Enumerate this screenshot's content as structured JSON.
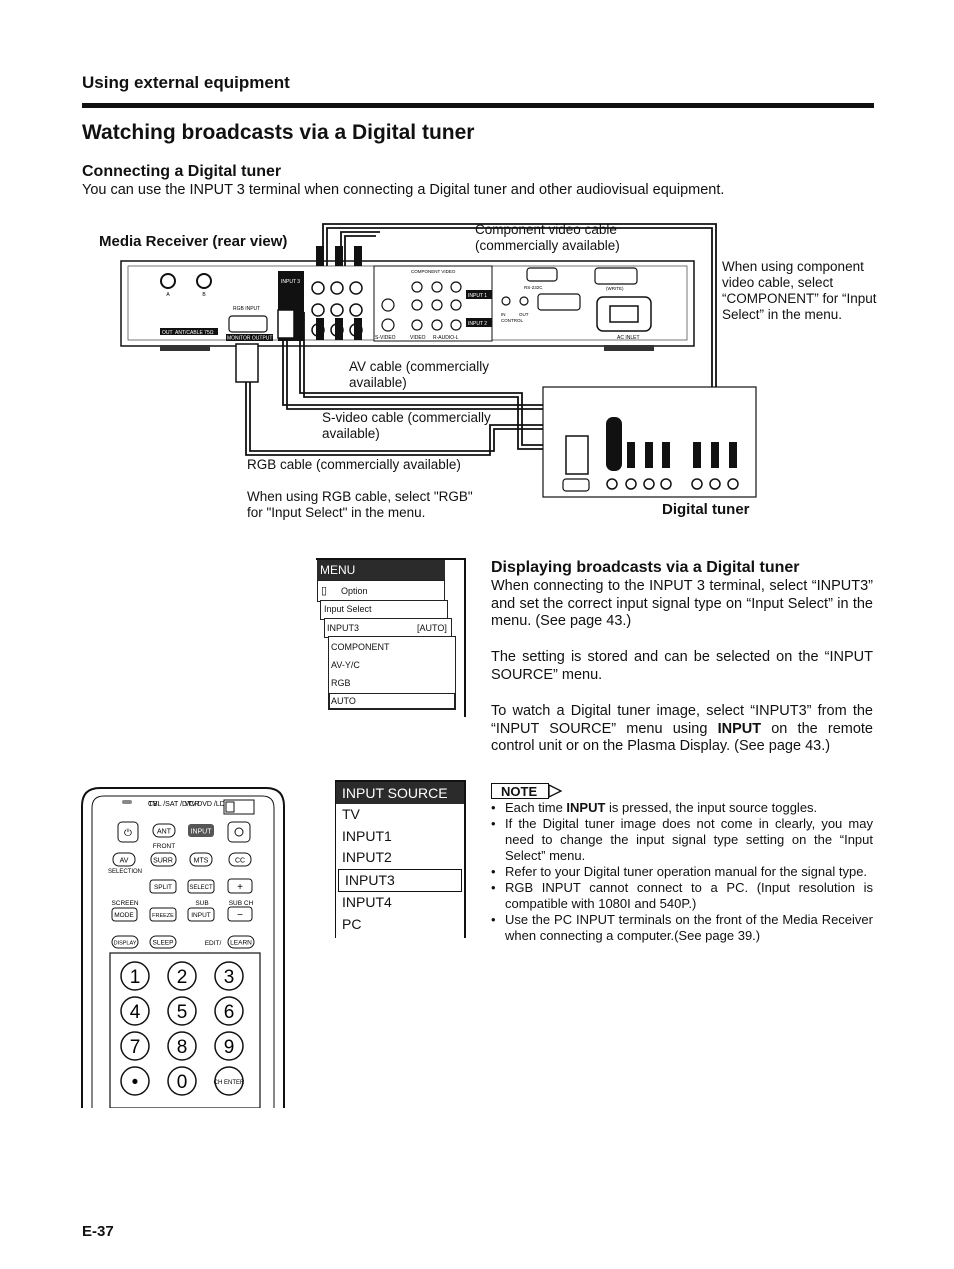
{
  "header": {
    "section": "Using external equipment"
  },
  "title": "Watching broadcasts via a Digital tuner",
  "connecting": {
    "subtitle": "Connecting a Digital tuner",
    "intro": "You can use the INPUT 3 terminal when connecting a Digital tuner and other audiovisual equipment."
  },
  "diagram": {
    "receiver_label": "Media Receiver (rear view)",
    "component_cable": "Component  video cable (commercially available)",
    "component_note": "When using component video cable, select “COMPONENT” for “Input Select” in the menu.",
    "av_cable": "AV cable (commercially available)",
    "svideo_cable": "S-video cable (commercially available)",
    "rgb_cable": "RGB cable (commercially available)",
    "rgb_note": "When using RGB cable, select \"RGB\" for \"Input Select\" in the menu.",
    "tuner_label": "Digital tuner",
    "panel": {
      "a": "A",
      "b": "B",
      "out": "OUT",
      "ant": "ANT/CABLE 75Ω",
      "input3": "INPUT 3",
      "rgb_input": "RGB INPUT",
      "monitor_output": "MONITOR OUTPUT",
      "component_video": "COMPONENT VIDEO",
      "input1": "INPUT 1",
      "input2": "INPUT 2",
      "svideo": "S-VIDEO",
      "video": "VIDEO",
      "raudio": "R-AUDIO-L",
      "rs232c": "RS-232C",
      "in": "IN",
      "out2": "OUT",
      "control": "CONTROL",
      "write": "(WRITE)",
      "ac_inlet": "AC INLET"
    }
  },
  "displaying": {
    "subtitle": "Displaying broadcasts via a Digital tuner",
    "p1": "When connecting to the INPUT 3 terminal, select “INPUT3” and set the correct input signal type on “Input Select” in the menu. (See page 43.)",
    "p2": "The setting is stored and can be selected on the “INPUT SOURCE” menu.",
    "p3_a": "To watch a Digital tuner image, select “INPUT3” from the “INPUT SOURCE” menu using ",
    "p3_bold": "INPUT",
    "p3_b": " on the remote control unit or on the Plasma Display. (See page 43.)"
  },
  "menu": {
    "title": "MENU",
    "option": "Option",
    "input_select": "Input Select",
    "input3": "INPUT3",
    "auto_value": "[AUTO]",
    "options": [
      "COMPONENT",
      "AV-Y/C",
      "RGB",
      "AUTO"
    ]
  },
  "source_menu": {
    "title": "INPUT SOURCE",
    "items": [
      "TV",
      "INPUT1",
      "INPUT2",
      "INPUT3",
      "INPUT4",
      "PC"
    ],
    "selected": "INPUT3"
  },
  "note": {
    "badge": "NOTE",
    "n1_a": "Each time ",
    "n1_bold": "INPUT",
    "n1_b": " is pressed, the input source toggles.",
    "n2": "If the Digital tuner image does not come in clearly, you may need to change the input signal type setting on the “Input Select” menu.",
    "n3": "Refer to your Digital tuner operation manual for the signal type.",
    "n4": "RGB INPUT cannot connect to a PC. (Input resolution is compatible with 1080I and 540P.)",
    "n5": "Use the PC INPUT terminals on the front of the Media Receiver when connecting a computer.(See page 39.)"
  },
  "remote": {
    "modes": [
      "TV",
      "CBL /SAT /DTV",
      "VCR",
      "DVD /LD"
    ],
    "power": "⏻",
    "ant": "ANT",
    "input": "INPUT",
    "front": "FRONT",
    "av": "AV",
    "surr": "SURR",
    "mts": "MTS",
    "cc": "CC",
    "selection": "SELECTION",
    "split": "SPLIT",
    "select": "SELECT",
    "plus": "+",
    "screen": "SCREEN",
    "mode": "MODE",
    "freeze": "FREEZE",
    "sub": "SUB",
    "sub_input": "INPUT",
    "sub_ch": "SUB CH",
    "minus": "−",
    "display": "DISPLAY",
    "sleep": "SLEEP",
    "edit": "EDIT/",
    "learn": "LEARN",
    "digits": [
      "1",
      "2",
      "3",
      "4",
      "5",
      "6",
      "7",
      "8",
      "9",
      "•",
      "0"
    ],
    "ch_enter": "CH ENTER"
  },
  "page_number": "E-37"
}
